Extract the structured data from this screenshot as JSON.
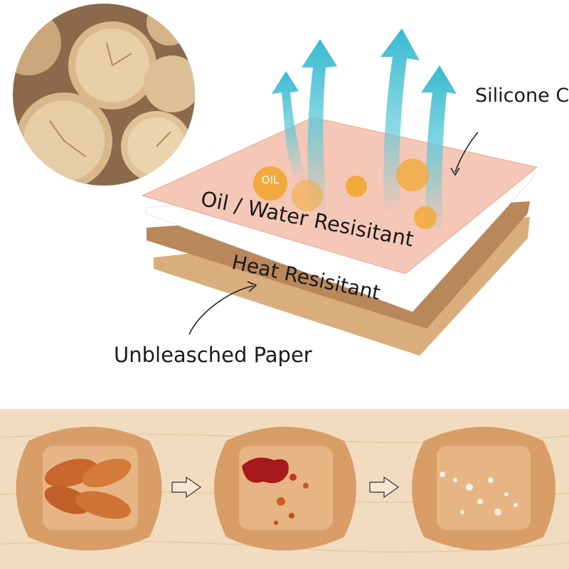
{
  "labels": {
    "silicone": "Silicone Coated",
    "oil_water": "Oil / Water Resisitant",
    "heat": "Heat Resisitant",
    "unbleached": "Unbleasched Paper",
    "oil_badge": "OIL"
  },
  "colors": {
    "silicone_layer": "#f3c2b0",
    "white_layer": "#ffffff",
    "brown_layer": "#b8875a",
    "kraft_layer": "#d9ad7c",
    "arrow_cyan": "#5cc9d9",
    "oil_dot": "#f2a93b",
    "wood_background": "#f1dcc0",
    "liner": "#e0a977"
  },
  "icons": [
    "wood-logs-image",
    "steam-arrow-icon",
    "oil-drop-icon",
    "pointer-arrow-icon",
    "next-step-arrow-icon"
  ],
  "steps": [
    {
      "name": "liner-with-chicken-wings"
    },
    {
      "name": "liner-with-sauce-stain"
    },
    {
      "name": "liner-with-water-droplets"
    }
  ]
}
